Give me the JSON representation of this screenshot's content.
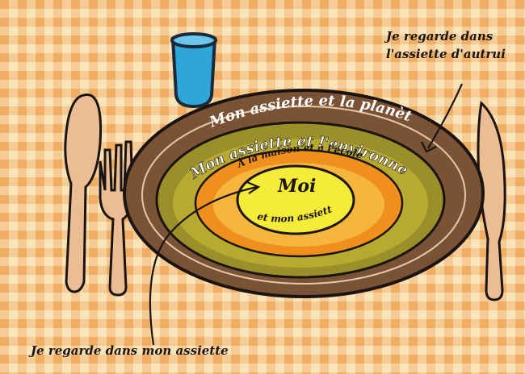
{
  "rings": [
    {
      "label": "Mon assiette et la planète"
    },
    {
      "label": "Mon assiette et l'environnement"
    },
    {
      "label": "À la maison et à l'école"
    },
    {
      "label": "Moi"
    },
    {
      "label": "et mon assiette"
    }
  ],
  "callouts": {
    "top_right_line1": "Je regarde dans",
    "top_right_line2": "l'assiette d'autrui",
    "bottom_left": "Je regarde dans mon assiette"
  },
  "colors": {
    "tablecloth_light": "#fbe3b8",
    "tablecloth_mid": "#f4c48a",
    "tablecloth_dark": "#eea95c",
    "plate_outer": "#7a5236",
    "plate_rim_line": "#e6c9a3",
    "ring_environment": "#9b8f2a",
    "ring_environment_inner": "#b8a930",
    "ring_home": "#ee8f1e",
    "ring_home_inner": "#f6b53c",
    "center_moi": "#f4ec39",
    "cutlery": "#ebbd95",
    "glass_water": "#2fa5d8"
  },
  "icons": [
    "knife-icon",
    "fork-icon",
    "water-glass-icon"
  ]
}
